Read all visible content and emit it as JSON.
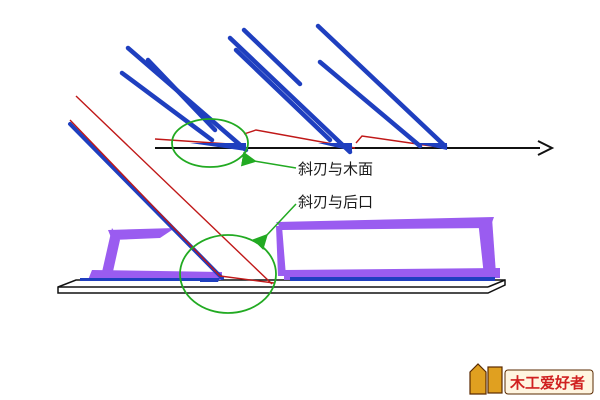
{
  "annotations": {
    "bevel_and_wood_surface": "斜刃与木面",
    "bevel_and_back_edge": "斜刃与后口"
  },
  "logo": {
    "text": "木工爱好者",
    "colors": {
      "primary": "#e0a020",
      "accent": "#d02020",
      "outline": "#5a2a00"
    }
  },
  "colors": {
    "blade_blue": "#1f3fbf",
    "guide_red": "#c01818",
    "circle_green": "#22aa22",
    "base_purple": "#9a5cf0",
    "ink": "#111111"
  }
}
